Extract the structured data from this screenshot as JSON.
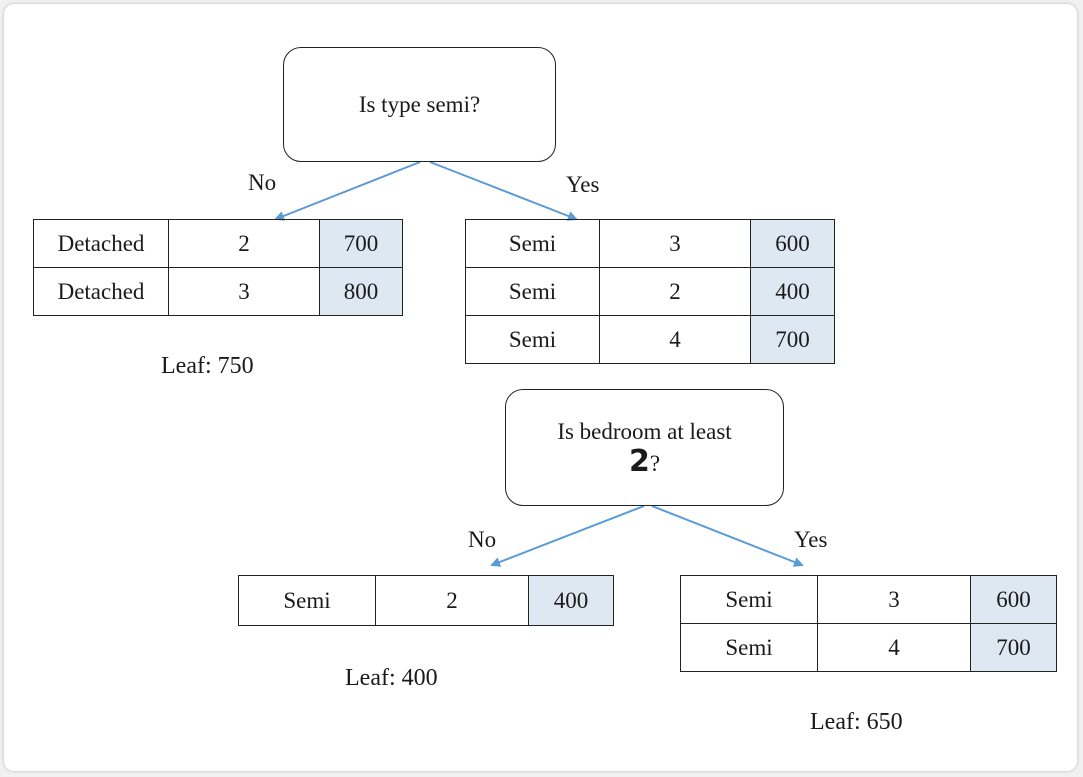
{
  "nodes": {
    "root": {
      "question": "Is type semi?"
    },
    "second": {
      "question_line1": "Is bedroom at least",
      "threshold": "2",
      "question_mark": "?"
    }
  },
  "edges": {
    "root_no": "No",
    "root_yes": "Yes",
    "second_no": "No",
    "second_yes": "Yes"
  },
  "tables": {
    "root_no": [
      [
        "Detached",
        "2",
        "700"
      ],
      [
        "Detached",
        "3",
        "800"
      ]
    ],
    "root_yes": [
      [
        "Semi",
        "3",
        "600"
      ],
      [
        "Semi",
        "2",
        "400"
      ],
      [
        "Semi",
        "4",
        "700"
      ]
    ],
    "second_no": [
      [
        "Semi",
        "2",
        "400"
      ]
    ],
    "second_yes": [
      [
        "Semi",
        "3",
        "600"
      ],
      [
        "Semi",
        "4",
        "700"
      ]
    ]
  },
  "leaves": {
    "root_no": "Leaf: 750",
    "second_no": "Leaf: 400",
    "second_yes": "Leaf: 650"
  },
  "colors": {
    "arrow": "#5b9bd5",
    "price_fill": "#dde8f3",
    "border": "#222222"
  }
}
